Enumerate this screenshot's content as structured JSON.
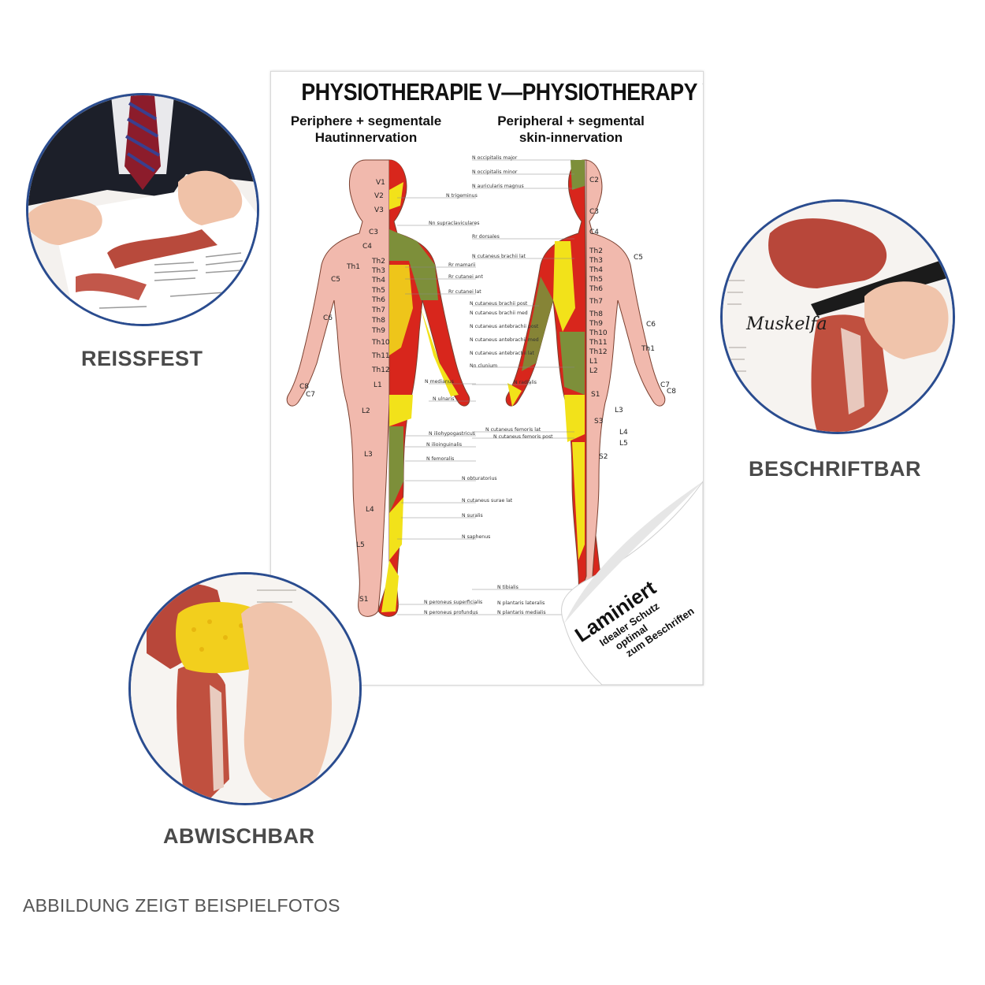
{
  "poster": {
    "title": "PHYSIOTHERAPIE V—PHYSIOTHERAPY V",
    "subtitle_de": "Periphere + segmentale Hautinnervation",
    "subtitle_en": "Peripheral + segmental skin-innervation",
    "nerve_labels_left": [
      "N trigeminus",
      "Nn supraclaviculares",
      "Rr mamarii",
      "Rr cutanei ant",
      "Rr cutanei lat",
      "N medianus",
      "N ulnaris",
      "N iliohypogastricus",
      "N ilioinguinalis",
      "N femoralis",
      "N obturatorius",
      "N cutaneus surae lat",
      "N suralis",
      "N saphenus",
      "N peroneus superficialis",
      "N peroneus profundus"
    ],
    "nerve_labels_right": [
      "N occipitalis major",
      "N occipitalis minor",
      "N auricularis magnus",
      "Rr dorsales",
      "N cutaneus brachii lat",
      "N cutaneus brachii post",
      "N cutaneus brachii med",
      "N cutaneus antebrachii post",
      "N cutaneus antebrachii med",
      "N cutaneus antebrachii lat",
      "Nn clunium",
      "N radialis",
      "N cutaneus femoris lat",
      "N cutaneus femoris post",
      "N tibialis",
      "N plantaris lateralis",
      "N plantaris medialis"
    ],
    "dermatomes_front": [
      "V1",
      "V2",
      "V3",
      "C3",
      "C4",
      "Th2",
      "Th3",
      "Th4",
      "Th5",
      "Th6",
      "Th7",
      "Th8",
      "Th9",
      "Th10",
      "Th11",
      "Th12",
      "L1",
      "L2",
      "L3",
      "L4",
      "L5",
      "C5",
      "C6",
      "C7",
      "C8",
      "Th1",
      "S1"
    ],
    "dermatomes_back": [
      "C2",
      "C3",
      "C4",
      "C5",
      "Th2",
      "Th3",
      "Th4",
      "Th5",
      "Th6",
      "Th7",
      "Th8",
      "Th9",
      "Th10",
      "Th11",
      "Th12",
      "L1",
      "L2",
      "L3",
      "L4",
      "L5",
      "S1",
      "S2",
      "S3",
      "C6",
      "C7",
      "C8",
      "Th1"
    ],
    "curl": {
      "title": "Laminiert",
      "lines": [
        "Idealer Schutz",
        "optimal",
        "zum Beschriften"
      ]
    }
  },
  "features": [
    {
      "label": "REISSFEST"
    },
    {
      "label": "BESCHRIFTBAR"
    },
    {
      "label": "ABWISCHBAR"
    }
  ],
  "circle2_handwriting": "Muskelfa",
  "caption": "ABBILDUNG ZEIGT BEISPIELFOTOS",
  "colors": {
    "red": "#d8261c",
    "yellow": "#f2e21a",
    "olive": "#7d8f3a",
    "skin": "#f1b9ad",
    "circle_border": "#2a4c8f",
    "muscle": "#b8473a"
  }
}
